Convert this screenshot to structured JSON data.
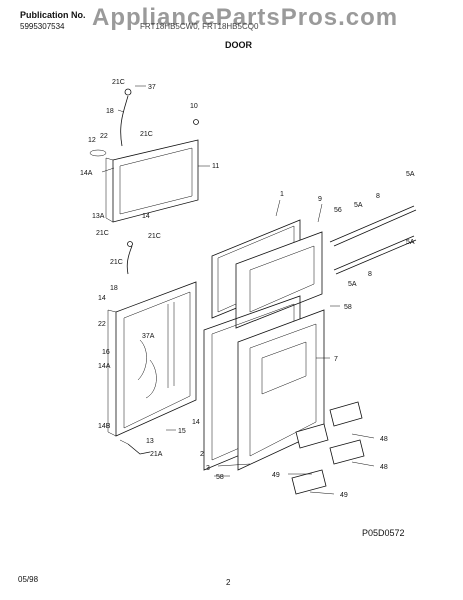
{
  "header": {
    "publication_label": "Publication No.",
    "publication_number": "5995307534",
    "model_line": "FRT18HB5CW0, FRT18HB5CQ0",
    "section_title": "DOOR",
    "watermark": "AppliancePartsPros.com"
  },
  "footer": {
    "diagram_number": "P05D0572",
    "date": "05/98",
    "page_number": "2"
  },
  "callouts": {
    "c21c_top": "21C",
    "c37": "37",
    "c10": "10",
    "c18_top": "18",
    "c12": "12",
    "c22_top": "22",
    "c21c_mid": "21C",
    "c11": "11",
    "c14a_top": "14A",
    "c13a": "13A",
    "c14_top": "14",
    "c21c_a": "21C",
    "c21c_b": "21C",
    "c18_mid": "18",
    "c21c_c": "21C",
    "c14_mid": "14",
    "c22_mid": "22",
    "c37a": "37A",
    "c16": "16",
    "c14a_mid": "14A",
    "c14b": "14B",
    "c14_bot": "14",
    "c15": "15",
    "c13": "13",
    "c21a": "21A",
    "c1": "1",
    "c9": "9",
    "c56": "56",
    "c58_top": "58",
    "c8_top": "8",
    "c5a_1": "5A",
    "c5a_2": "5A",
    "c5a_3": "5A",
    "c8_bot": "8",
    "c5a_4": "5A",
    "c2": "2",
    "c3": "3",
    "c58_bot": "58",
    "c7": "7",
    "c48_1": "48",
    "c48_2": "48",
    "c49_1": "49",
    "c49_2": "49"
  }
}
